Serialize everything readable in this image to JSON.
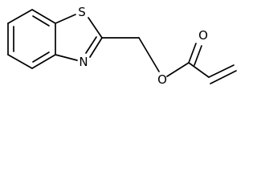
{
  "molecule": {
    "atoms": {
      "sulfur": "S",
      "nitrogen": "N",
      "ester_oxygen": "O",
      "carbonyl_oxygen": "O"
    },
    "colors": {
      "line": "#000000",
      "background": "#ffffff"
    }
  }
}
